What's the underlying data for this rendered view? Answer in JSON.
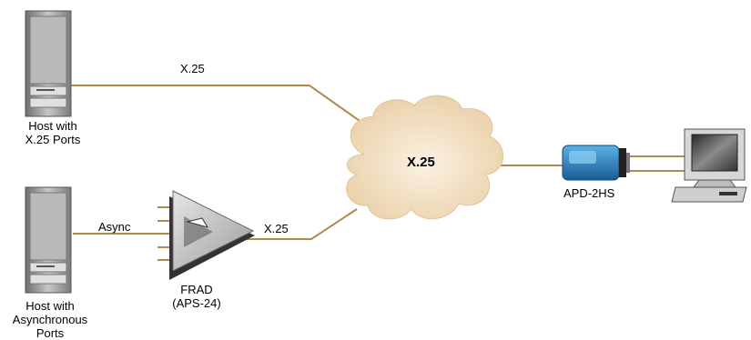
{
  "labels": {
    "host1": "Host with\nX.25 Ports",
    "host2": "Host with\nAsynchronous\nPorts",
    "link_top": "X.25",
    "link_async": "Async",
    "link_frad": "X.25",
    "cloud": "X.25",
    "frad": "FRAD\n(APS-24)",
    "adapter": "APD-2HS"
  },
  "colors": {
    "line": "#b08a4a",
    "cloud_fill": "#f0ddc0",
    "cloud_edge": "#d8b88e",
    "adapter": "#2a7fc0",
    "server": "#9a9a9a"
  }
}
